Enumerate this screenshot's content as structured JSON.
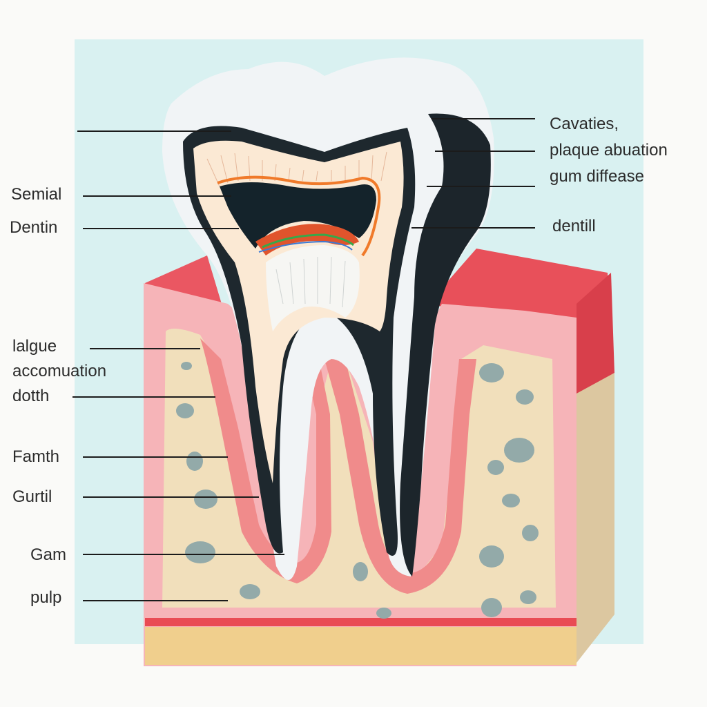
{
  "diagram": {
    "colors": {
      "background": "#d9f1f1",
      "enamel": "#f1f4f6",
      "enamel_shadow": "#1f2a30",
      "dentin": "#fbe9d4",
      "pulp": "#f6f6f3",
      "gum": "#f4a7ad",
      "gum_top": "#e8505a",
      "bone": "#f1dfbb",
      "bone_spots": "#8ea6a5"
    },
    "labels_left": [
      {
        "id": "semial",
        "text": "Semial"
      },
      {
        "id": "dentin",
        "text": "Dentin"
      },
      {
        "id": "lalgue",
        "text": "lalgue"
      },
      {
        "id": "accomuation",
        "text": "accomuation"
      },
      {
        "id": "dotth",
        "text": "dotth"
      },
      {
        "id": "famth",
        "text": "Famth"
      },
      {
        "id": "gurtil",
        "text": "Gurtil"
      },
      {
        "id": "gam",
        "text": "Gam"
      },
      {
        "id": "pulp",
        "text": "pulp"
      }
    ],
    "labels_right": [
      {
        "id": "cavaties",
        "text": "Cavaties,"
      },
      {
        "id": "plaque",
        "text": "plaque abuation"
      },
      {
        "id": "gum-diffease",
        "text": "gum diffease"
      },
      {
        "id": "dentill",
        "text": "dentill"
      }
    ]
  }
}
